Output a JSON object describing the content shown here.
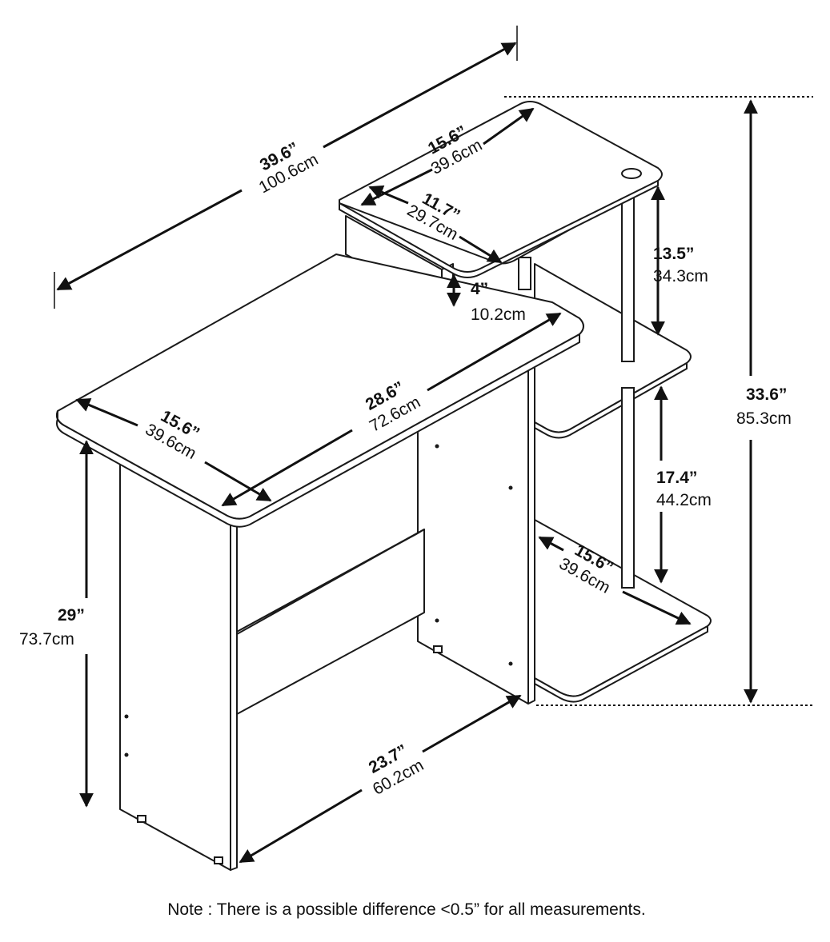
{
  "dimensions": {
    "overall_width": {
      "in": "39.6”",
      "cm": "100.6cm"
    },
    "top_shelf_width": {
      "in": "15.6”",
      "cm": "39.6cm"
    },
    "top_shelf_depth": {
      "in": "11.7”",
      "cm": "29.7cm"
    },
    "upper_clearance": {
      "in": "13.5”",
      "cm": "34.3cm"
    },
    "riser_height": {
      "in": "4”",
      "cm": "10.2cm"
    },
    "desk_length": {
      "in": "28.6”",
      "cm": "72.6cm"
    },
    "desk_depth": {
      "in": "15.6”",
      "cm": "39.6cm"
    },
    "overall_height": {
      "in": "33.6”",
      "cm": "85.3cm"
    },
    "middle_clearance": {
      "in": "17.4”",
      "cm": "44.2cm"
    },
    "bottom_shelf_depth": {
      "in": "15.6”",
      "cm": "39.6cm"
    },
    "desk_height": {
      "in": "29”",
      "cm": "73.7cm"
    },
    "base_width": {
      "in": "23.7”",
      "cm": "60.2cm"
    }
  },
  "note": "Note : There is a possible difference <0.5” for all measurements."
}
